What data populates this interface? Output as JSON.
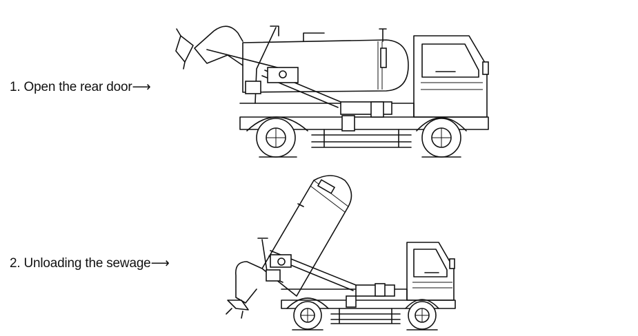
{
  "steps": [
    {
      "label": "1. Open the rear door",
      "arrow": "⟶"
    },
    {
      "label": "2. Unloading the sewage",
      "arrow": "⟶"
    }
  ],
  "icons": [
    "vacuum-truck-rear-door-open",
    "vacuum-truck-tank-tipped"
  ]
}
